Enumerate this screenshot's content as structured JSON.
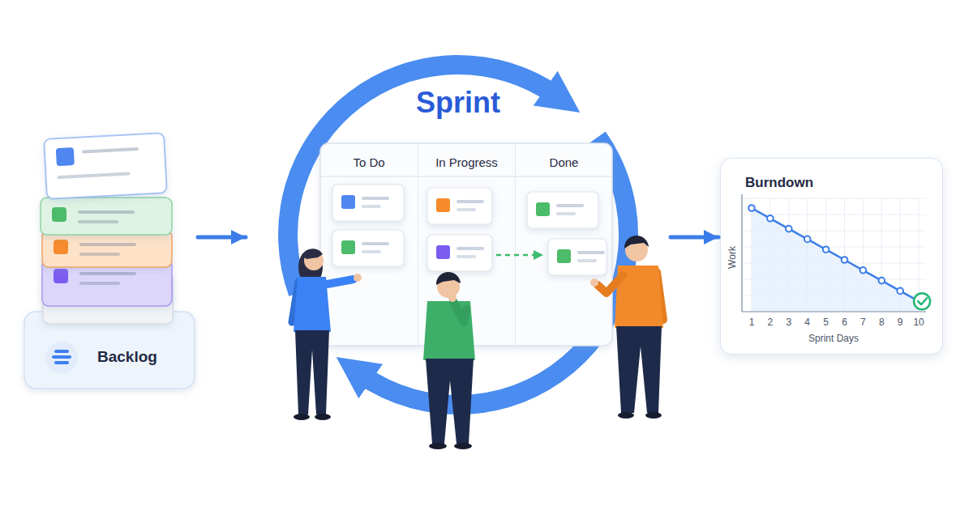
{
  "diagram": {
    "nodes": [
      {
        "text": [
          "Backlog"
        ]
      },
      {
        "text": [
          "Sprint"
        ]
      },
      {
        "text": [
          "To Do"
        ],
        "in": 1
      },
      {
        "text": [
          "In Progress"
        ],
        "in": 1
      },
      {
        "text": [
          "Done"
        ],
        "in": 1
      },
      {
        "text": [
          "Burndown"
        ]
      }
    ],
    "edges": [
      {
        "from": 0,
        "to": 1,
        "arrow": "to"
      },
      {
        "from": 1,
        "to": 5,
        "arrow": "to"
      }
    ],
    "labels": [
      "Work",
      "1",
      "2",
      "3",
      "4",
      "5",
      "6",
      "7",
      "8",
      "9",
      "10",
      "Sprint Days"
    ]
  }
}
